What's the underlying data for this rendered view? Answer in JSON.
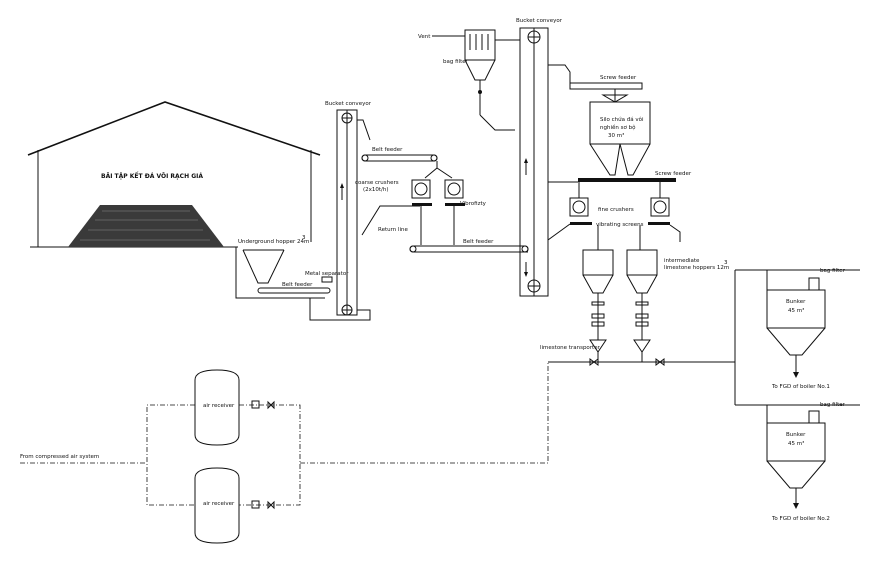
{
  "labels": {
    "storage_house": "BÃI TẬP KẾT ĐÁ VÔI RẠCH GIÁ",
    "underground_hopper": "Underground hopper 24m",
    "underground_hopper_sup": "3",
    "metal_separator": "Metal separator",
    "belt_feeder_1": "Belt feeder",
    "bucket_conveyor_1": "Bucket conveyor",
    "belt_feeder_2": "Belt feeder",
    "coarse_crushers": "coarse crushers",
    "coarse_crushers_spec": "(2x10t/h)",
    "vibrofeeder": "Vibrofizty",
    "return_line": "Return line",
    "belt_feeder_3": "Belt feeder",
    "vent": "Vent",
    "bag_filter_top": "bag filter",
    "bucket_conveyor_2": "Bucket conveyor",
    "screw_feeder_1": "Screw feeder",
    "silo_line1": "Silo chứa đá vôi",
    "silo_line2": "nghiền sơ bộ",
    "silo_line3": "30 m³",
    "screw_feeder_2": "Screw feeder",
    "fine_crushers": "fine crushers",
    "vibrating_screens": "vibrating screens",
    "intermediate_1": "intermediate",
    "intermediate_2": "limestone hoppers 12m",
    "intermediate_sup": "3",
    "limestone_transporter": "limestone transporter",
    "bag_filter_1": "bag filter",
    "bunker_1": "Bunker",
    "bunker_1_vol": "45 m³",
    "to_boiler_1": "To FGD of boiler No.1",
    "bag_filter_2": "bag filter",
    "bunker_2": "Bunker",
    "bunker_2_vol": "45 m³",
    "to_boiler_2": "To FGD of boiler No.2",
    "air_receiver_1": "air receiver",
    "air_receiver_2": "air receiver",
    "compressed_air": "From compressed air system"
  }
}
